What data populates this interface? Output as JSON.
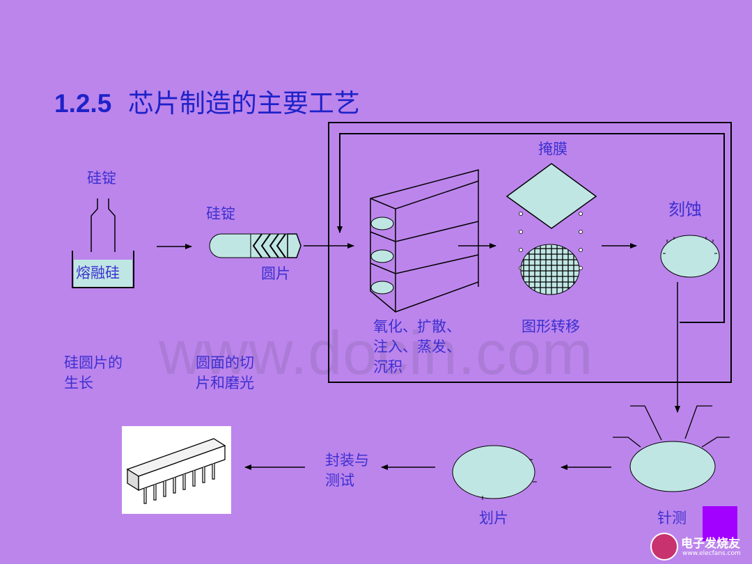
{
  "title": {
    "number": "1.2.5",
    "text": "芯片制造的主要工艺"
  },
  "labels": {
    "ingot_top": "硅锭",
    "molten_si": "熔融硅",
    "ingot_mid": "硅锭",
    "wafer": "圆片",
    "mask": "掩膜",
    "etch": "刻蚀",
    "ox_line1": "氧化、扩散、",
    "ox_line2": "注入、蒸发、",
    "ox_line3": "沉积",
    "pattern": "图形转移",
    "growth_line1": "硅圆片的",
    "growth_line2": "生长",
    "slice_line1": "圆面的切",
    "slice_line2": "片和磨光",
    "pkg_line1": "封装与",
    "pkg_line2": "测试",
    "dicing": "划片",
    "probe": "针测"
  },
  "watermark": "www.docin.com",
  "brand": {
    "name": "电子发烧友",
    "url": "www.elecfans.com"
  }
}
